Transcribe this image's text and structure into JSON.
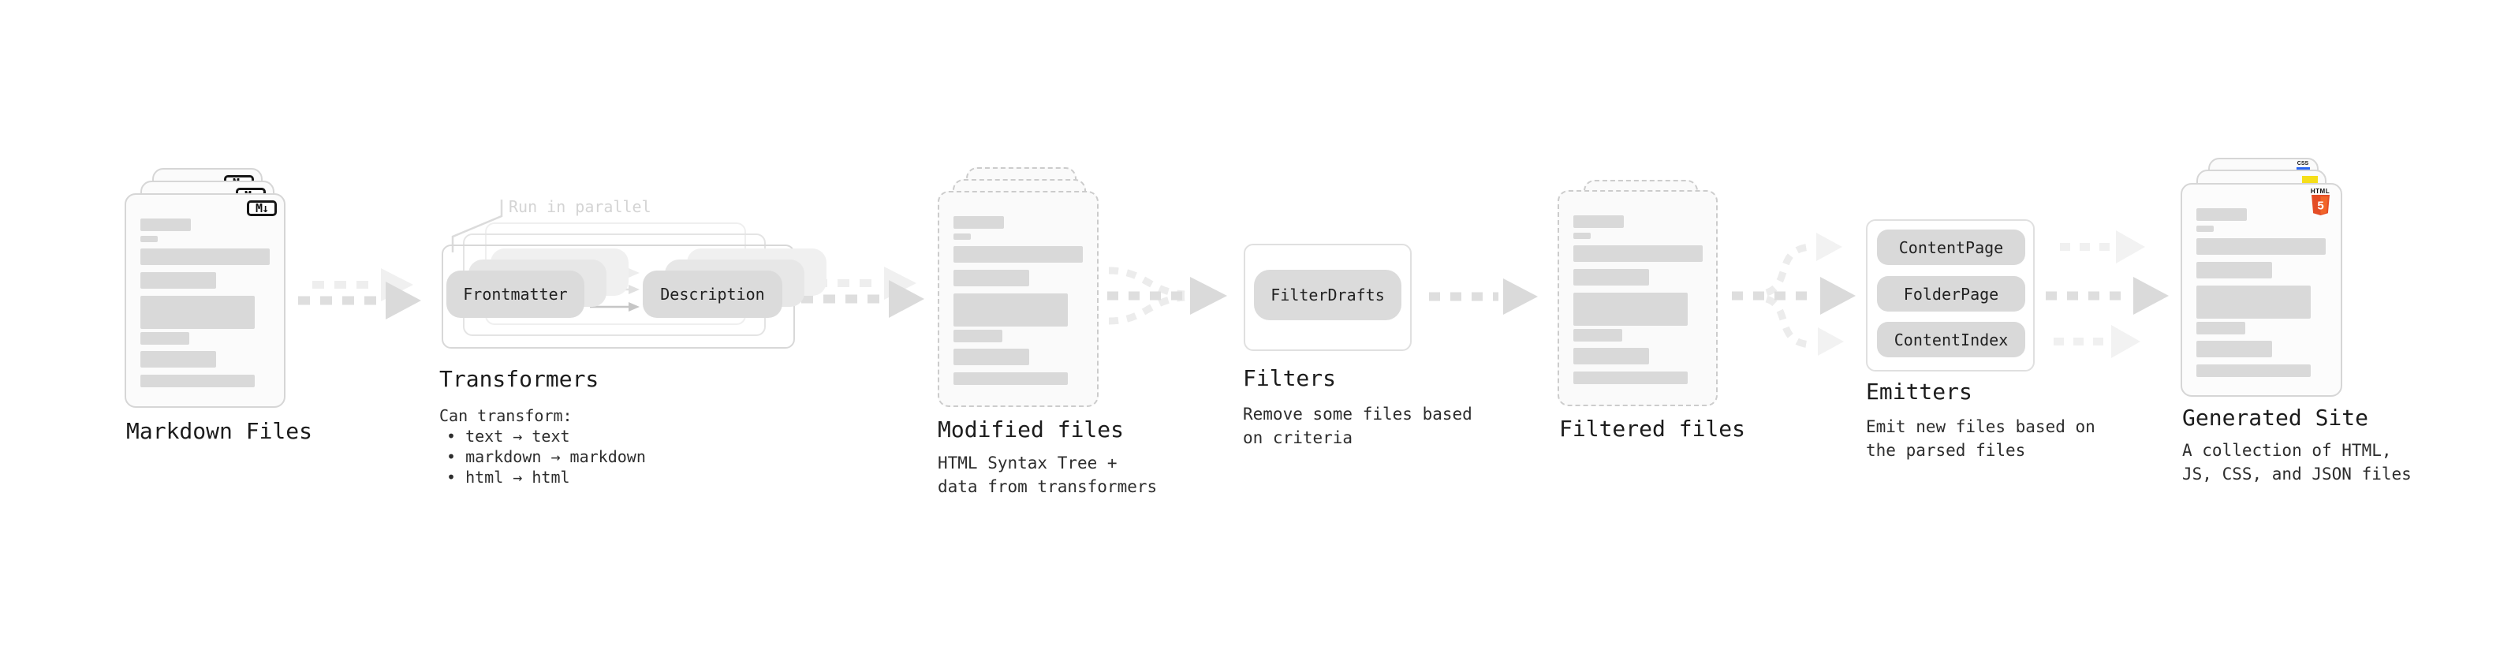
{
  "stages": {
    "markdown_files": {
      "label": "Markdown Files",
      "badge": "M↓"
    },
    "transformers": {
      "label": "Transformers",
      "annotation": "Run in parallel",
      "node_a": "Frontmatter",
      "node_b": "Description",
      "desc_heading": "Can transform:",
      "items": [
        "• text → text",
        "• markdown → markdown",
        "• html → html"
      ]
    },
    "modified_files": {
      "label": "Modified files",
      "desc": "HTML Syntax Tree +\ndata from transformers"
    },
    "filters": {
      "label": "Filters",
      "node": "FilterDrafts",
      "desc": "Remove some files based\non criteria"
    },
    "filtered_files": {
      "label": "Filtered files"
    },
    "emitters": {
      "label": "Emitters",
      "nodes": [
        "ContentPage",
        "FolderPage",
        "ContentIndex"
      ],
      "desc": "Emit new files based on\nthe parsed files"
    },
    "generated_site": {
      "label": "Generated Site",
      "desc": "A collection of HTML,\nJS, CSS, and JSON files",
      "html5_badge_label": "HTML",
      "html5_badge_number": "5",
      "css_badge_label": "CSS"
    }
  },
  "colors": {
    "html5_orange": "#e44d26",
    "html5_orange_light": "#f16529",
    "js_yellow": "#f5de19",
    "css_blue": "#2965f1",
    "placeholder_gray": "#d9d9d9",
    "arrow_gray": "#dcdcdc",
    "arrow_light": "#efefef"
  }
}
